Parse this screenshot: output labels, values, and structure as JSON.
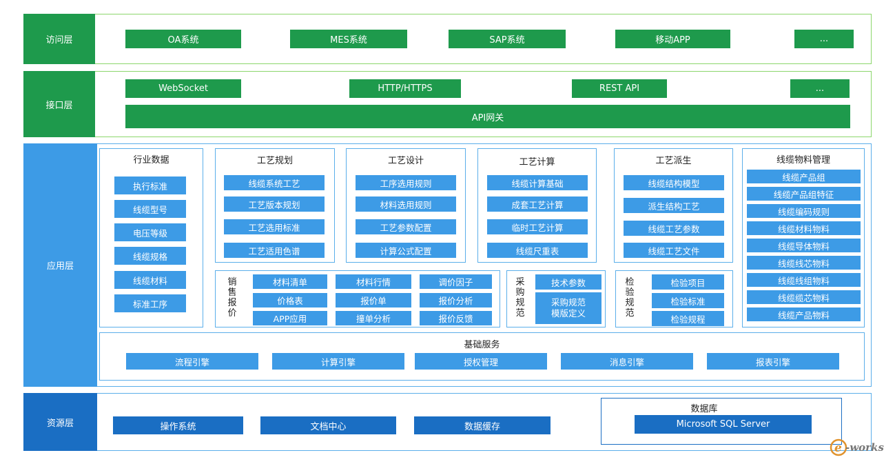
{
  "access_layer": {
    "label": "访问层",
    "items": [
      "OA系统",
      "MES系统",
      "SAP系统",
      "移动APP",
      "..."
    ]
  },
  "interface_layer": {
    "label": "接口层",
    "items": [
      "WebSocket",
      "HTTP/HTTPS",
      "REST API",
      "..."
    ],
    "gateway": "API网关"
  },
  "application_layer": {
    "label": "应用层",
    "modules": [
      {
        "title": "行业数据",
        "items": [
          "执行标准",
          "线缆型号",
          "电压等级",
          "线缆规格",
          "线缆材料",
          "标准工序"
        ]
      },
      {
        "title": "工艺规划",
        "items": [
          "线缆系统工艺",
          "工艺版本规划",
          "工艺选用标准",
          "工艺适用色谱"
        ]
      },
      {
        "title": "工艺设计",
        "items": [
          "工序选用规则",
          "材料选用规则",
          "工艺参数配置",
          "计算公式配置"
        ]
      },
      {
        "title": "工艺计算",
        "items": [
          "线缆计算基础",
          "成套工艺计算",
          "临时工艺计算",
          "线缆尺重表"
        ]
      },
      {
        "title": "工艺派生",
        "items": [
          "线缆结构模型",
          "派生结构工艺",
          "线缆工艺参数",
          "线缆工艺文件"
        ]
      },
      {
        "title": "线缆物料管理",
        "items": [
          "线缆产品组",
          "线缆产品组特征",
          "线缆编码规则",
          "线缆材料物料",
          "线缆导体物料",
          "线缆线芯物料",
          "线缆线组物料",
          "线缆缆芯物料",
          "线缆产品物料"
        ]
      }
    ],
    "sales": {
      "label": [
        "销",
        "售",
        "报",
        "价"
      ],
      "items": [
        "材料清单",
        "材料行情",
        "调价因子",
        "价格表",
        "报价单",
        "报价分析",
        "APP应用",
        "撞单分析",
        "报价反馈"
      ]
    },
    "purchase": {
      "label": [
        "采",
        "购",
        "规",
        "范"
      ],
      "items": [
        "技术参数",
        "采购规范\n模版定义"
      ]
    },
    "inspection": {
      "label": [
        "检",
        "验",
        "规",
        "范"
      ],
      "items": [
        "检验项目",
        "检验标准",
        "检验规程"
      ]
    },
    "base_services": {
      "title": "基础服务",
      "items": [
        "流程引擎",
        "计算引擎",
        "授权管理",
        "消息引擎",
        "报表引擎"
      ]
    }
  },
  "resource_layer": {
    "label": "资源层",
    "items": [
      "操作系统",
      "文档中心",
      "数据缓存"
    ],
    "database": {
      "title": "数据库",
      "item": "Microsoft SQL Server"
    }
  },
  "watermark": "e-works",
  "colors": {
    "green": "#1e9a4c",
    "green_border": "#8bd66b",
    "blue": "#3d9be6",
    "blue_dark": "#1a6ec3",
    "blue_border": "#5aaeea"
  }
}
